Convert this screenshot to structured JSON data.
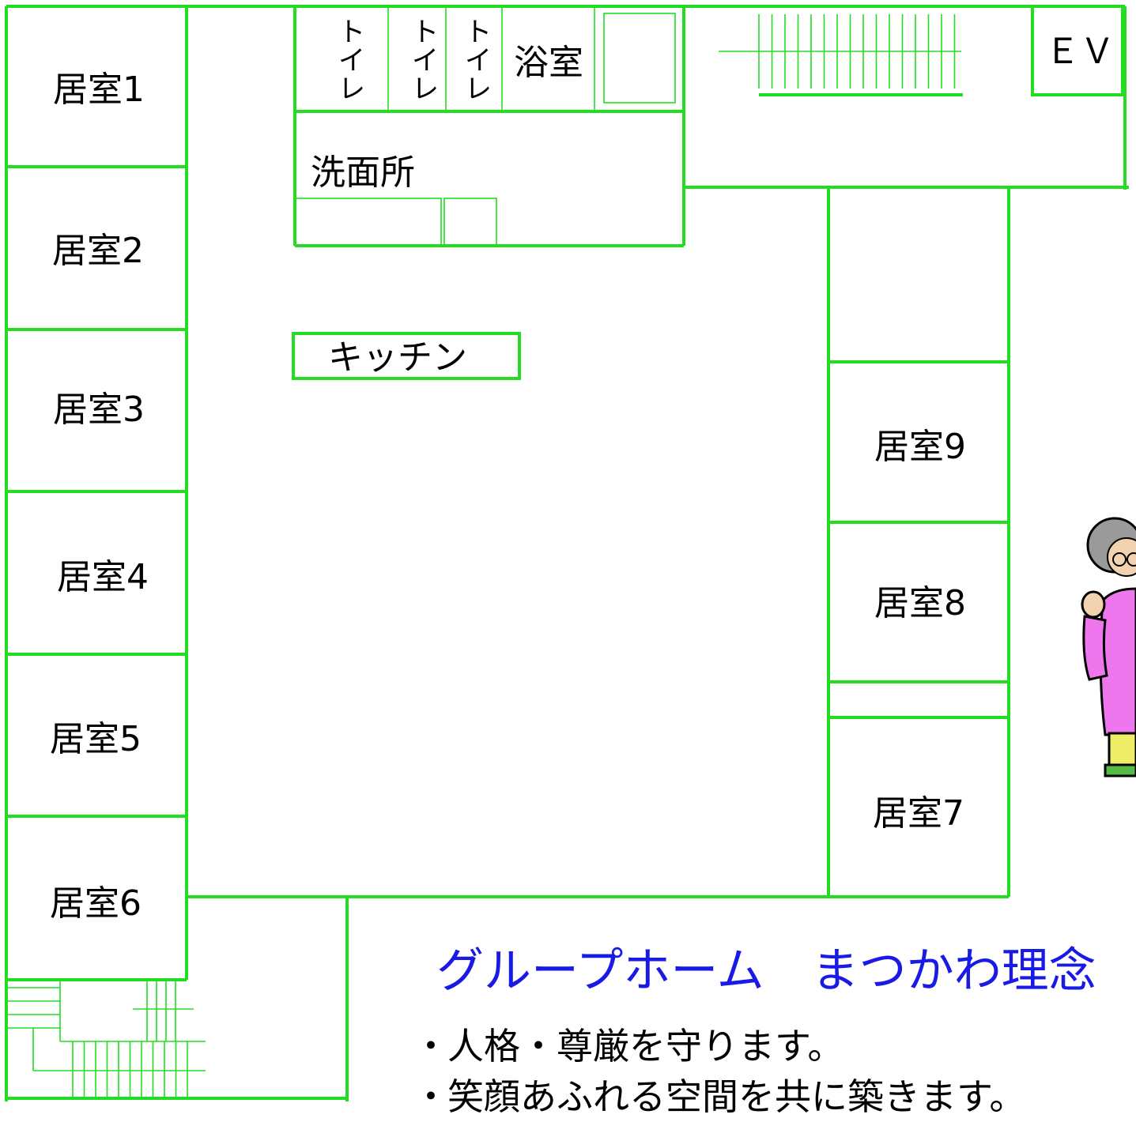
{
  "floor_plan": {
    "rooms_left": [
      {
        "label": "居室1"
      },
      {
        "label": "居室2"
      },
      {
        "label": "居室3"
      },
      {
        "label": "居室4"
      },
      {
        "label": "居室5"
      },
      {
        "label": "居室6"
      }
    ],
    "rooms_right": [
      {
        "label": "居室9"
      },
      {
        "label": "居室8"
      },
      {
        "label": "居室7"
      }
    ],
    "toilet_chars": [
      "ト",
      "イ",
      "レ"
    ],
    "bath": "浴室",
    "washroom": "洗面所",
    "kitchen": "キッチン",
    "elevator": "ＥＶ",
    "line_color": "#22dd22"
  },
  "philosophy": {
    "title": "グループホーム　まつかわ理念",
    "title_color": "#1a1ae6",
    "items": [
      "人格・尊厳を守ります。",
      "笑顔あふれる空間を共に築きます。"
    ],
    "bullet": "・"
  }
}
